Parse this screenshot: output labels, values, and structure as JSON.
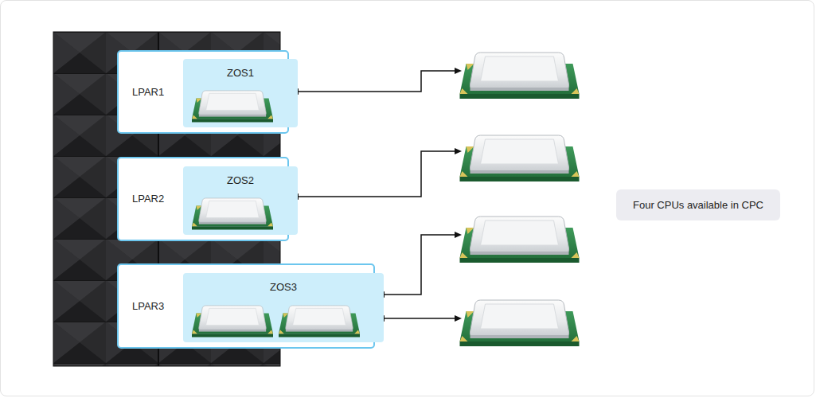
{
  "diagram": {
    "nodes": [
      {
        "text": [
          "LPAR1"
        ]
      },
      {
        "text": [
          "ZOS1"
        ],
        "in": 0
      },
      {
        "text": [
          "LPAR2"
        ]
      },
      {
        "text": [
          "ZOS2"
        ],
        "in": 2
      },
      {
        "text": [
          "LPAR3"
        ]
      },
      {
        "text": [
          "ZOS3"
        ],
        "in": 4
      },
      {
        "text": [
          "Four CPUs available in CPC"
        ]
      }
    ]
  }
}
